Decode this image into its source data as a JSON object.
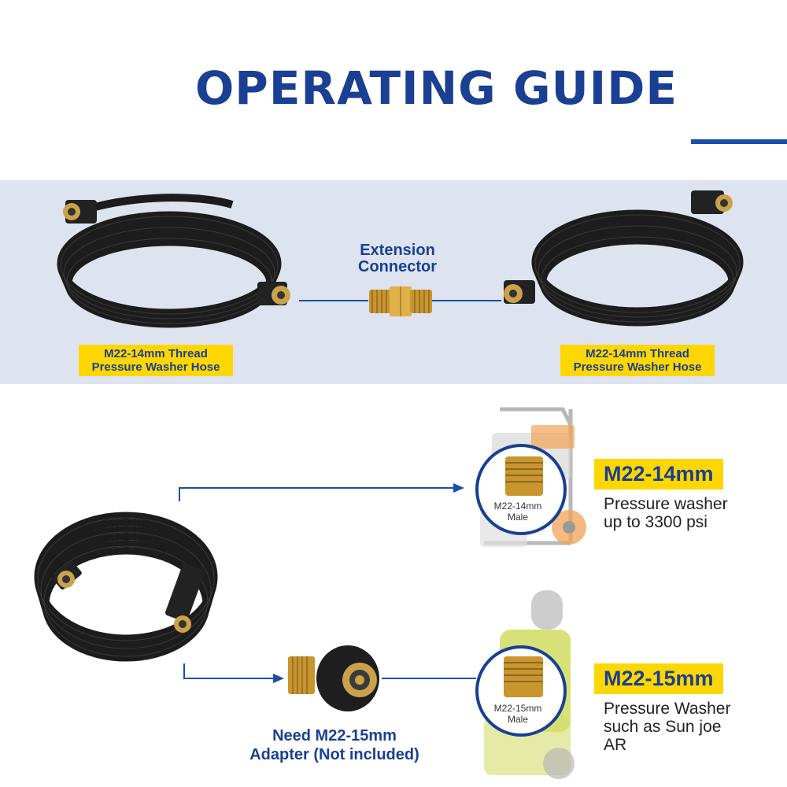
{
  "title": "OPERATING GUIDE",
  "top_section": {
    "left_hose_label": "M22-14mm Thread\nPressure Washer Hose",
    "right_hose_label": "M22-14mm Thread\nPressure Washer Hose",
    "connector_label": "Extension\nConnector"
  },
  "bottom_section": {
    "washer_1": {
      "circle_label": "M22-14mm\nMale",
      "spec_title": "M22-14mm",
      "spec_desc": "Pressure washer\nup to 3300 psi"
    },
    "washer_2": {
      "circle_label": "M22-15mm\nMale",
      "spec_title": "M22-15mm",
      "spec_desc": "Pressure Washer\nsuch as Sun joe\nAR"
    },
    "adapter_label": "Need M22-15mm\nAdapter (Not included)"
  },
  "colors": {
    "brand_blue": "#1a3f93",
    "accent_yellow": "#ffd700",
    "band_bg": "#dde3ef"
  }
}
